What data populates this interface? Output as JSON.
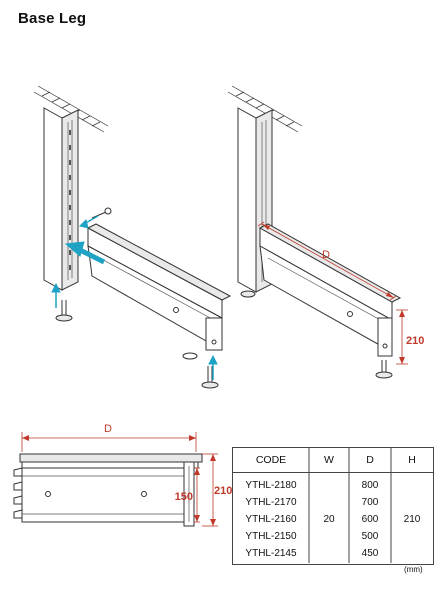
{
  "title": "Base Leg",
  "dims": {
    "d_label": "D",
    "h_label_iso": "210",
    "h_label_front": "210",
    "inner_label_front": "150"
  },
  "table": {
    "headers": [
      "CODE",
      "W",
      "D",
      "H"
    ],
    "codes": [
      "YTHL-2180",
      "YTHL-2170",
      "YTHL-2160",
      "YTHL-2150",
      "YTHL-2145"
    ],
    "w": "20",
    "d_values": [
      "800",
      "700",
      "600",
      "500",
      "450"
    ],
    "h": "210"
  },
  "unit": "(mm)",
  "colors": {
    "dimension": "#c0392b",
    "arrow": "#1fa3c4"
  }
}
